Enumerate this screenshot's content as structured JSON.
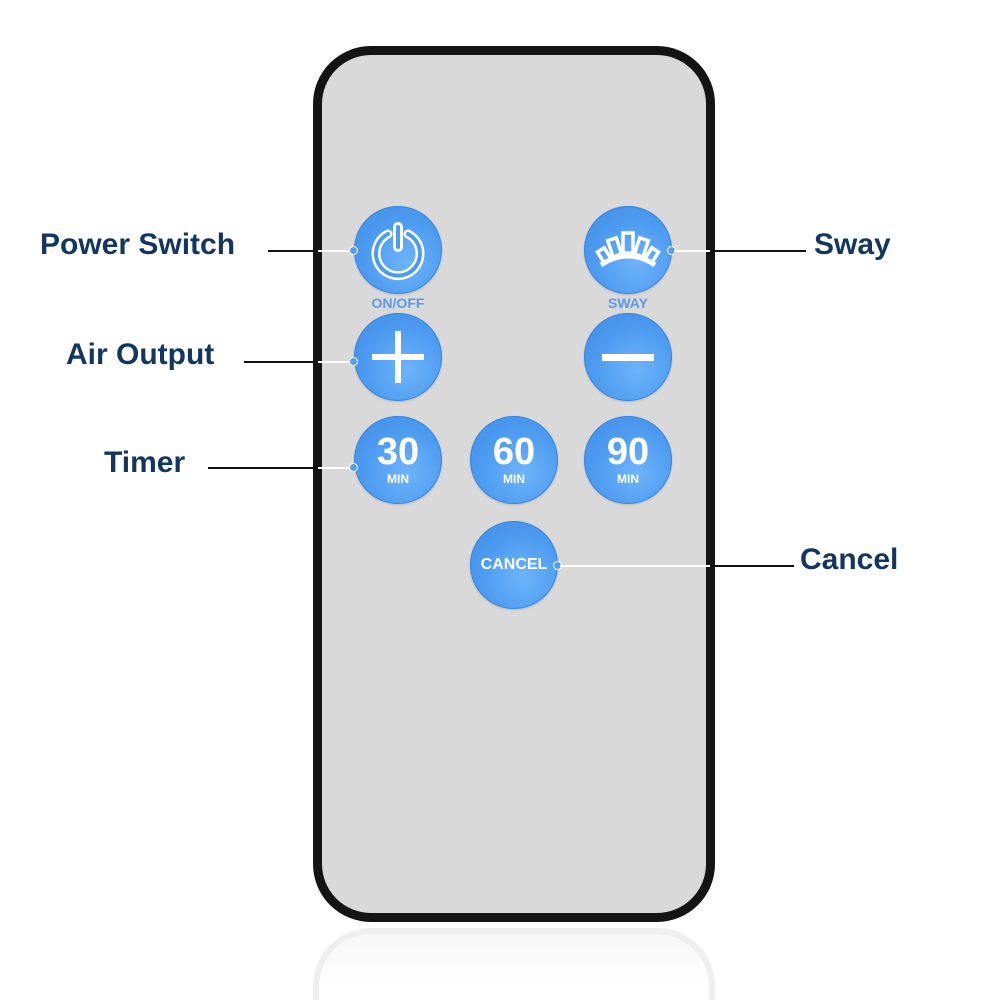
{
  "remote": {
    "body_color": "#d9d9d9",
    "frame_color": "#141414",
    "button_color": "#4c9bf0",
    "buttons": {
      "power": {
        "icon": "power-icon",
        "caption": "ON/OFF"
      },
      "sway": {
        "icon": "sway-icon",
        "caption": "SWAY"
      },
      "plus": {
        "icon": "plus-icon"
      },
      "minus": {
        "icon": "minus-icon"
      },
      "timer30": {
        "value": "30",
        "unit": "MIN"
      },
      "timer60": {
        "value": "60",
        "unit": "MIN"
      },
      "timer90": {
        "value": "90",
        "unit": "MIN"
      },
      "cancel": {
        "label": "CANCEL"
      }
    }
  },
  "callouts": {
    "power_switch": "Power Switch",
    "air_output": "Air Output",
    "timer": "Timer",
    "sway": "Sway",
    "cancel": "Cancel"
  },
  "colors": {
    "label_text": "#13365f",
    "caption_text": "#5a9ce8"
  }
}
